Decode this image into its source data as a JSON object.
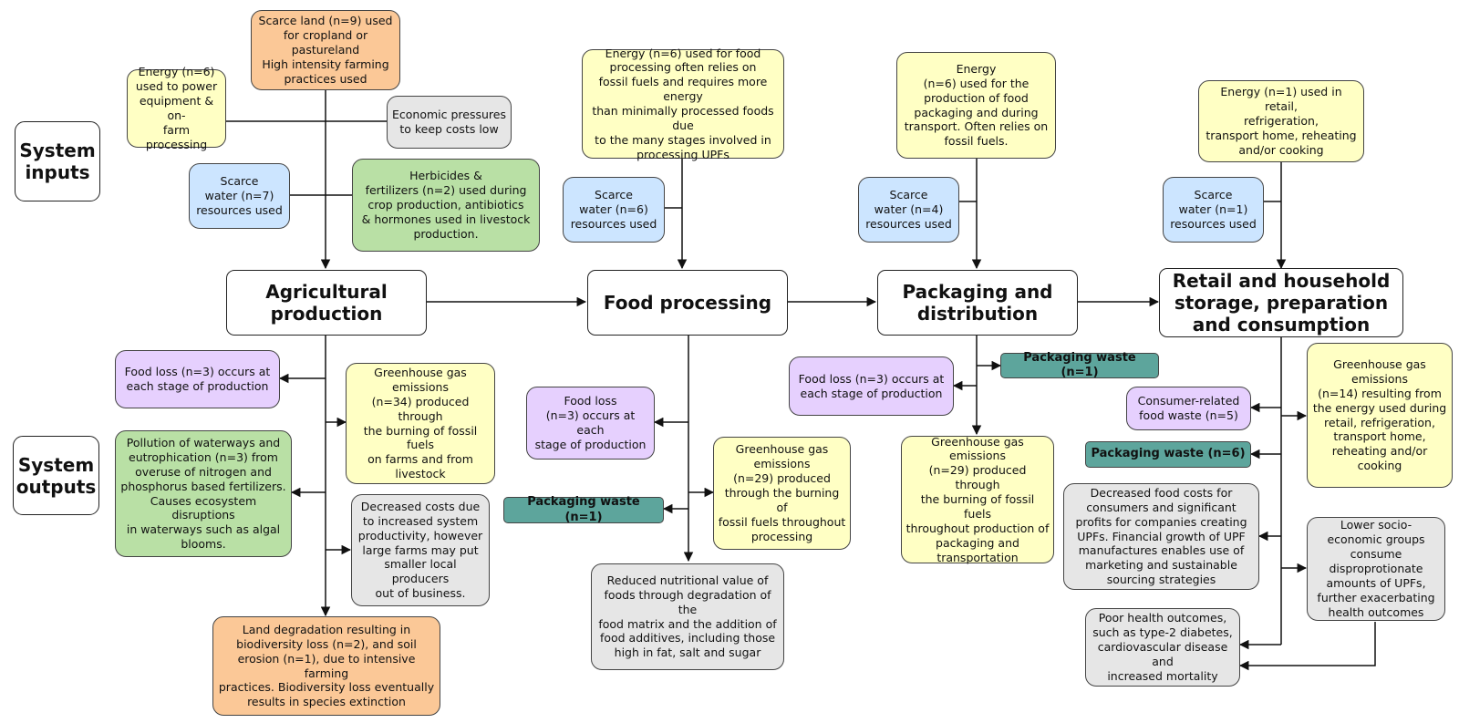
{
  "side_labels": {
    "inputs": [
      "System",
      "inputs"
    ],
    "outputs": [
      "System",
      "outputs"
    ]
  },
  "stages": {
    "agri": [
      "Agricultural",
      "production"
    ],
    "food": [
      "Food processing"
    ],
    "pack": [
      "Packaging and",
      "distribution"
    ],
    "retail": [
      "Retail and household",
      "storage, preparation",
      "and consumption"
    ]
  },
  "inputs": {
    "agri_energy": [
      "Energy (n=6)",
      "used to power",
      "equipment & on-",
      "farm processing"
    ],
    "agri_land": [
      "Scarce land (n=9) used",
      "for cropland or",
      "pastureland",
      "High intensity farming",
      "practices used"
    ],
    "agri_economic": [
      "Economic pressures",
      "to keep costs low"
    ],
    "agri_water": [
      "Scarce",
      "water (n=7)",
      "resources used"
    ],
    "agri_herbicides": [
      "Herbicides &",
      "fertilizers (n=2) used during",
      "crop production, antibiotics",
      "& hormones used in livestock",
      "production."
    ],
    "food_energy": [
      "Energy (n=6) used for food",
      "processing often relies on",
      "fossil fuels and requires more energy",
      "than minimally processed foods due",
      "to the many stages involved in",
      "processing UPFs"
    ],
    "food_water": [
      "Scarce",
      "water (n=6)",
      "resources used"
    ],
    "pack_energy": [
      "Energy",
      "(n=6) used for the",
      "production of food",
      "packaging and during",
      "transport. Often relies on",
      "fossil fuels."
    ],
    "pack_water": [
      "Scarce",
      "water (n=4)",
      "resources used"
    ],
    "retail_energy": [
      "Energy (n=1) used in retail,",
      "refrigeration,",
      "transport home, reheating",
      "and/or cooking"
    ],
    "retail_water": [
      "Scarce",
      "water (n=1)",
      "resources used"
    ]
  },
  "outputs": {
    "agri_foodloss": [
      "Food loss (n=3) occurs at",
      "each stage of production"
    ],
    "agri_ghg": [
      "Greenhouse gas",
      "emissions",
      "(n=34) produced through",
      "the burning of fossil fuels",
      "on farms and from",
      "livestock"
    ],
    "agri_pollution": [
      "Pollution of waterways and",
      "eutrophication (n=3) from",
      "overuse of nitrogen and",
      "phosphorus based fertilizers.",
      "Causes ecosystem disruptions",
      "in waterways such as algal",
      "blooms."
    ],
    "agri_costs": [
      "Decreased costs due",
      "to increased system",
      "productivity, however",
      "large farms may put",
      "smaller local producers",
      "out of business."
    ],
    "agri_land_deg": [
      "Land degradation resulting in",
      "biodiversity loss (n=2), and soil",
      "erosion (n=1), due to intensive farming",
      "practices. Biodiversity loss eventually",
      "results in species extinction"
    ],
    "food_foodloss": [
      "Food loss",
      "(n=3) occurs at each",
      "stage of production"
    ],
    "food_packwaste": [
      "Packaging waste (n=1)"
    ],
    "food_ghg": [
      "Greenhouse gas",
      "emissions",
      "(n=29) produced",
      "through the burning of",
      "fossil fuels throughout",
      "processing"
    ],
    "food_nutrition": [
      "Reduced nutritional value of",
      "foods through degradation of the",
      "food matrix and the addition of",
      "food additives, including those",
      "high in fat, salt and sugar"
    ],
    "pack_foodloss": [
      "Food loss (n=3) occurs at",
      "each stage of production"
    ],
    "pack_packwaste": [
      "Packaging waste (n=1)"
    ],
    "pack_ghg": [
      "Greenhouse gas",
      "emissions",
      "(n=29) produced through",
      "the burning of fossil fuels",
      "throughout production of",
      "packaging and",
      "transportation"
    ],
    "retail_foodwaste": [
      "Consumer-related",
      "food waste (n=5)"
    ],
    "retail_ghg": [
      "Greenhouse gas",
      "emissions",
      "(n=14) resulting from",
      "the energy used during",
      "retail, refrigeration,",
      "transport home,",
      "reheating and/or cooking"
    ],
    "retail_packwaste": [
      "Packaging waste (n=6)"
    ],
    "retail_costs": [
      "Decreased food costs for",
      "consumers and significant",
      "profits for companies creating",
      "UPFs. Financial growth of UPF",
      "manufactures enables use of",
      "marketing and sustainable",
      "sourcing strategies"
    ],
    "retail_lowses": [
      "Lower socio-",
      "economic groups",
      "consume",
      "disproprotionate",
      "amounts of UPFs,",
      "further exacerbating",
      "health outcomes"
    ],
    "retail_health": [
      "Poor health outcomes,",
      "such as type-2 diabetes,",
      "cardiovascular disease and",
      "increased mortality"
    ]
  },
  "colors": {
    "energy": "#ffffc4",
    "water": "#cce5ff",
    "land": "#fbc897",
    "economic": "#e6e6e6",
    "chemicals": "#b9e0a5",
    "food_loss": "#e6d0fe",
    "packaging_waste": "#5da59c"
  }
}
